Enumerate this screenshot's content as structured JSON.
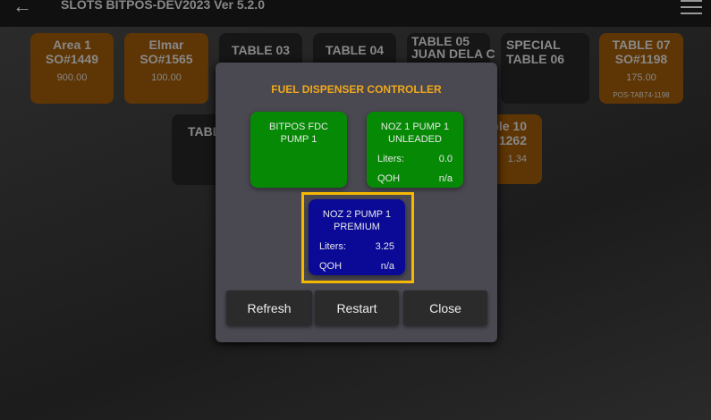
{
  "header": {
    "title": "SLOTS BITPOS-DEV2023 Ver 5.2.0"
  },
  "tables": [
    {
      "l1": "Area 1",
      "l2": "SO#1449",
      "amt": "900.00"
    },
    {
      "l1": "Elmar",
      "l2": "SO#1565",
      "amt": "100.00"
    },
    {
      "l1": "TABLE 03"
    },
    {
      "l1": "TABLE 04"
    },
    {
      "l1": "TABLE 05",
      "l2": "JUAN DELA C"
    },
    {
      "l1": "SPECIAL",
      "l2": "TABLE 06"
    },
    {
      "l1": "TABLE 07",
      "l2": "SO#1198",
      "amt": "175.00",
      "foot": "POS-TAB74-1198"
    },
    {
      "l1": "TABL"
    },
    {
      "l1": "ble 10",
      "l2": "1262",
      "amt": "1.34"
    }
  ],
  "dialog": {
    "title": "FUEL DISPENSER CONTROLLER",
    "cards": [
      {
        "l1": "BITPOS FDC",
        "l2": "PUMP 1"
      },
      {
        "l1": "NOZ 1 PUMP 1",
        "l2": "UNLEADED",
        "liters_label": "Liters:",
        "liters": "0.0",
        "qoh_label": "QOH",
        "qoh": "n/a"
      },
      {
        "l1": "NOZ 2 PUMP 1",
        "l2": "PREMIUM",
        "liters_label": "Liters:",
        "liters": "3.25",
        "qoh_label": "QOH",
        "qoh": "n/a"
      }
    ],
    "buttons": {
      "refresh": "Refresh",
      "restart": "Restart",
      "close": "Close"
    }
  }
}
